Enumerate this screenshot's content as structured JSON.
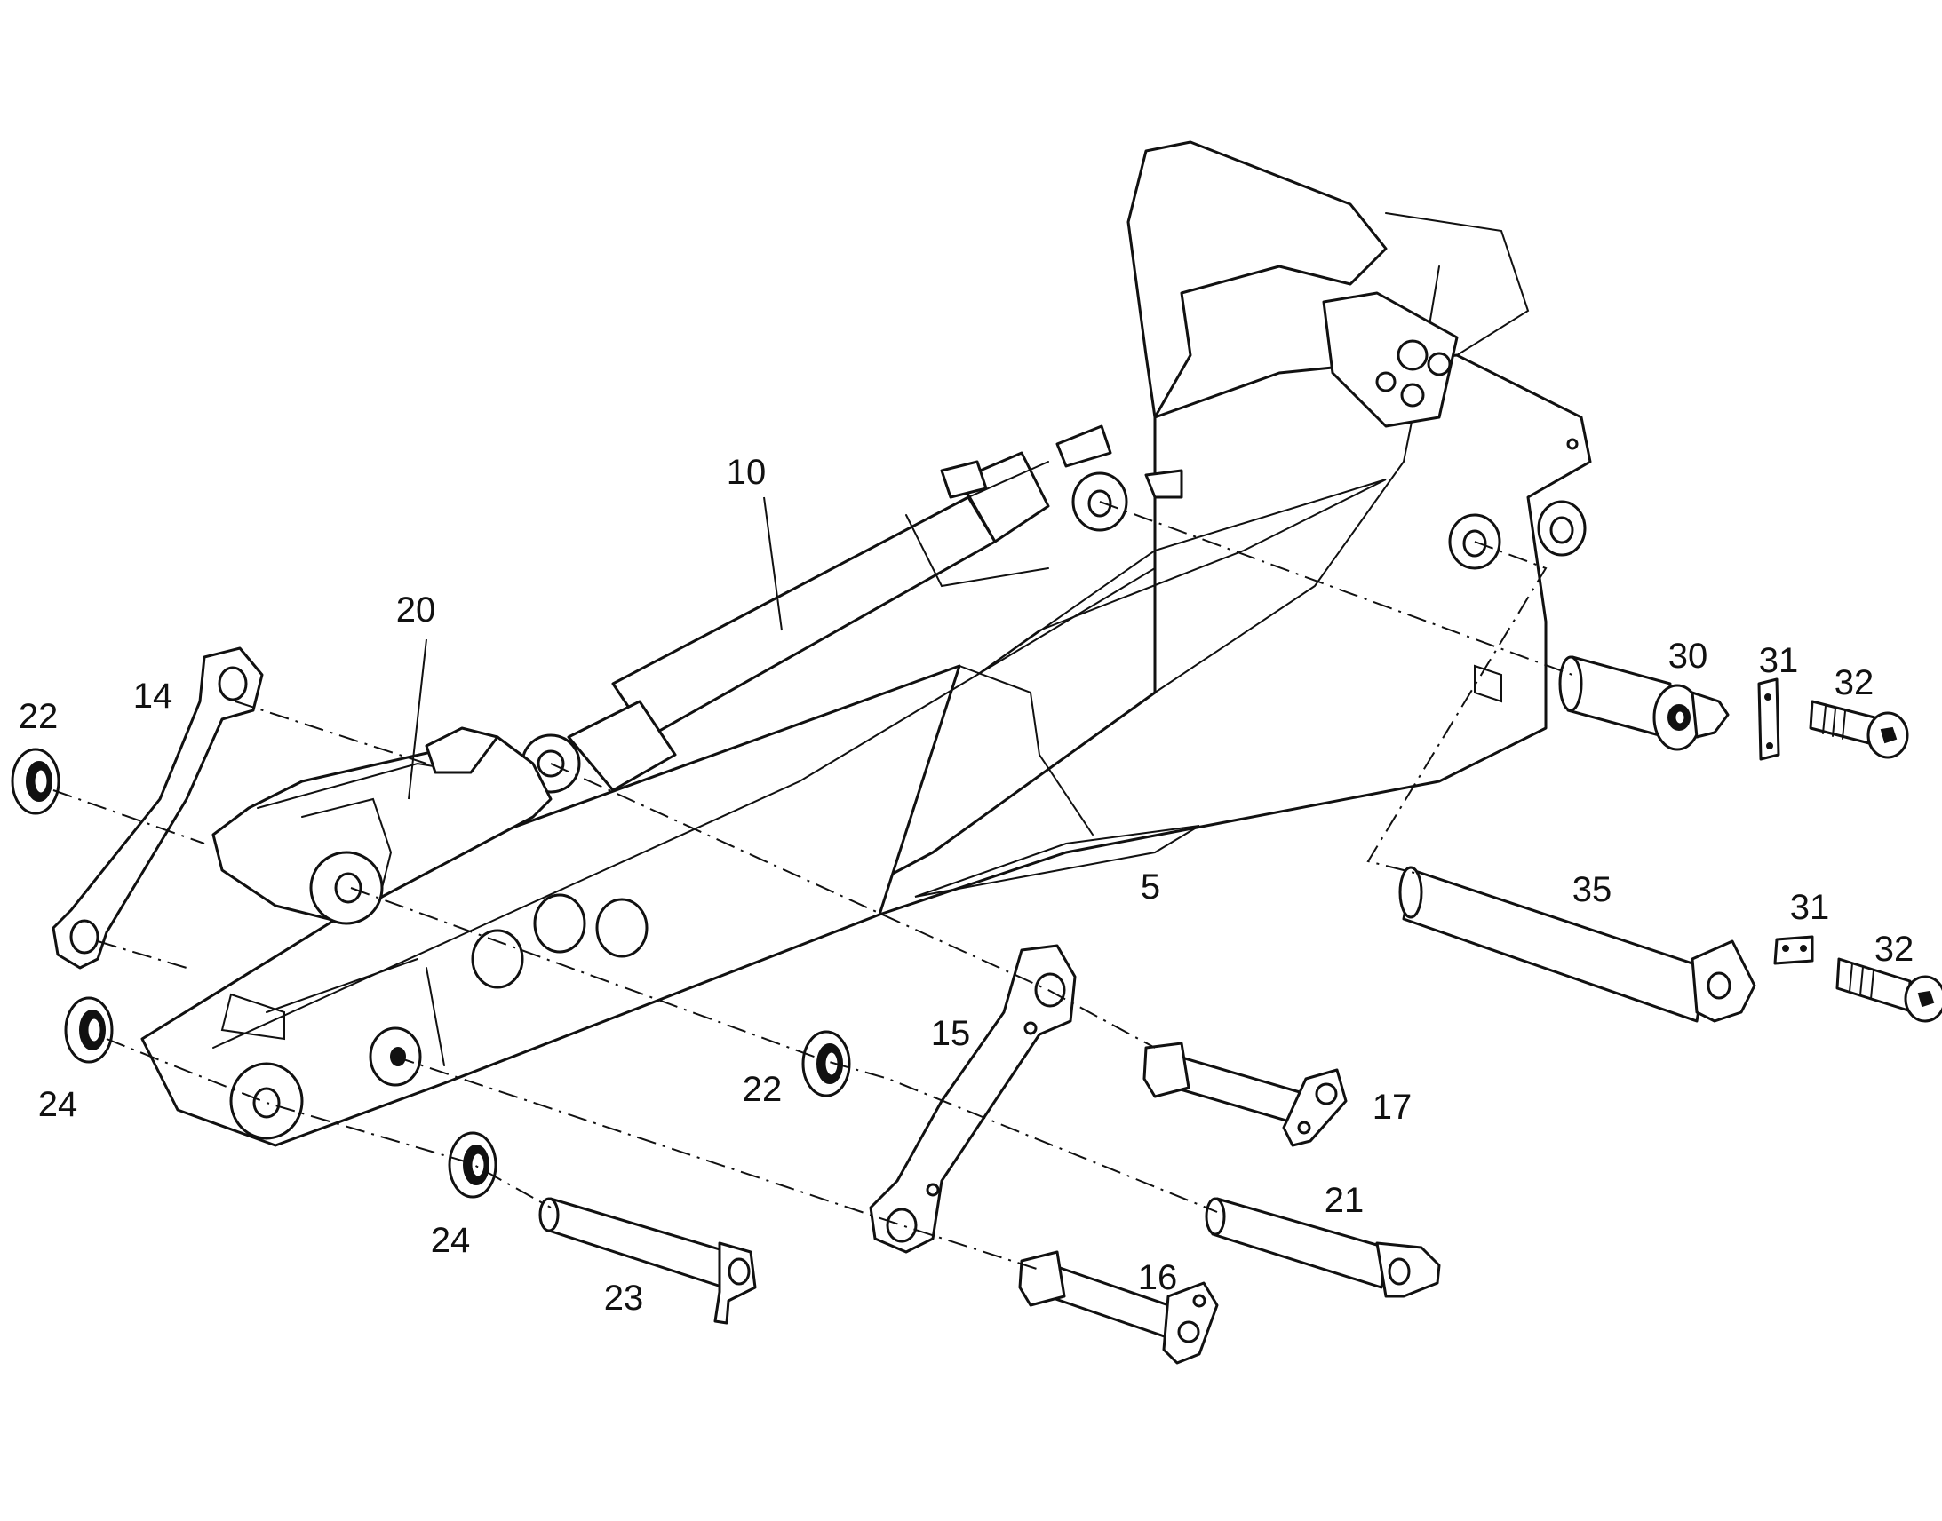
{
  "callouts": {
    "c5": "5",
    "c10": "10",
    "c14": "14",
    "c15": "15",
    "c16": "16",
    "c17": "17",
    "c20": "20",
    "c21": "21",
    "c22a": "22",
    "c22b": "22",
    "c23": "23",
    "c24a": "24",
    "c24b": "24",
    "c30": "30",
    "c31a": "31",
    "c31b": "31",
    "c32a": "32",
    "c32b": "32",
    "c35": "35"
  }
}
